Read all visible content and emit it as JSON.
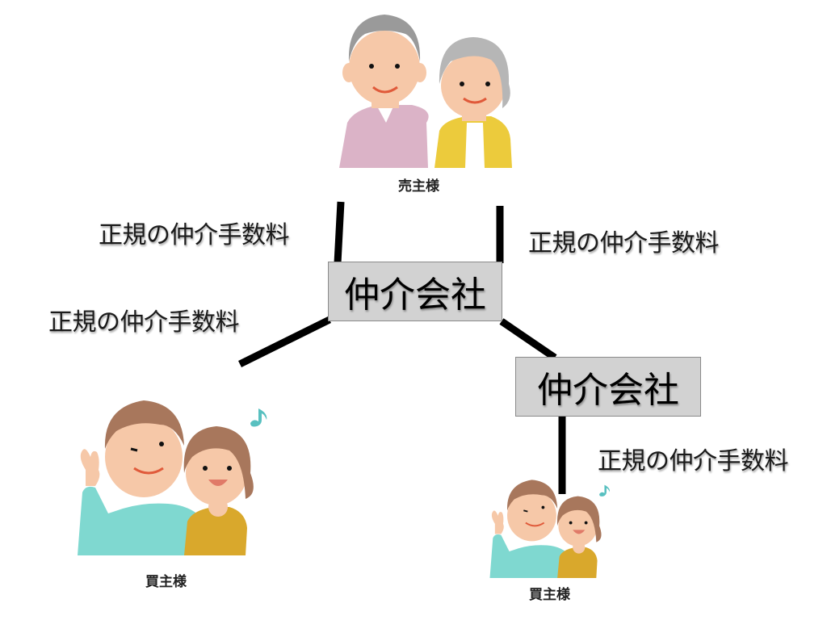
{
  "seller": {
    "label": "売主様",
    "description": "elderly couple illustration"
  },
  "agencies": [
    {
      "label": "仲介会社",
      "role": "seller-side agency"
    },
    {
      "label": "仲介会社",
      "role": "buyer-side agency"
    }
  ],
  "fees": [
    {
      "label": "正規の仲介手数料",
      "position": "seller-left"
    },
    {
      "label": "正規の仲介手数料",
      "position": "seller-right"
    },
    {
      "label": "正規の仲介手数料",
      "position": "buyer-left"
    },
    {
      "label": "正規の仲介手数料",
      "position": "buyer-right"
    }
  ],
  "buyers": [
    {
      "label": "買主様",
      "description": "young couple illustration (large)"
    },
    {
      "label": "買主様",
      "description": "young couple illustration (small)"
    }
  ],
  "colors": {
    "box_fill": "#d2d2d2",
    "box_border": "#8a8a8a",
    "line": "#000000",
    "sweater_pink": "#dbb3c7",
    "cardigan_yellow": "#eccb3c",
    "shirt_teal": "#7fd8d0",
    "sweater_mustard": "#d9a82c",
    "hair_gray": "#9a9a9a",
    "hair_brown": "#a8775c",
    "skin": "#f6c8a8"
  }
}
